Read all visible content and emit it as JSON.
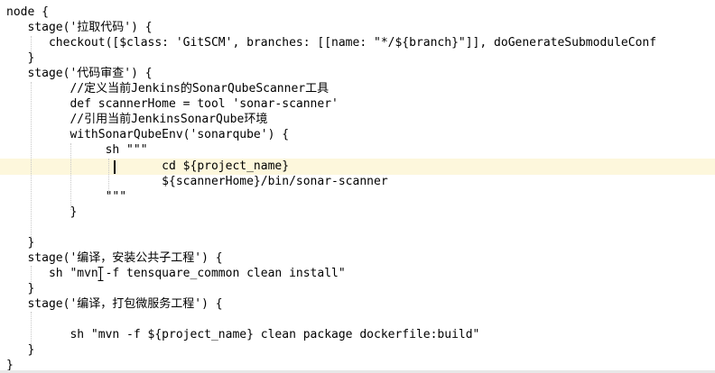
{
  "editor": {
    "lines": [
      "node {",
      "   stage('拉取代码') {",
      "      checkout([$class: 'GitSCM', branches: [[name: \"*/${branch}\"]], doGenerateSubmoduleConf",
      "   }",
      "   stage('代码审查') {",
      "         //定义当前Jenkins的SonarQubeScanner工具",
      "         def scannerHome = tool 'sonar-scanner'",
      "         //引用当前JenkinsSonarQube环境",
      "         withSonarQubeEnv('sonarqube') {",
      "              sh \"\"\"",
      "                      cd ${project_name}",
      "                      ${scannerHome}/bin/sonar-scanner",
      "              \"\"\"",
      "         }",
      "",
      "   }",
      "   stage('编译，安装公共子工程') {",
      "      sh \"mvn -f tensquare_common clean install\"",
      "   }",
      "   stage('编译，打包微服务工程') {",
      "",
      "         sh \"mvn -f ${project_name} clean package dockerfile:build\"",
      "",
      "   }",
      "}"
    ]
  }
}
